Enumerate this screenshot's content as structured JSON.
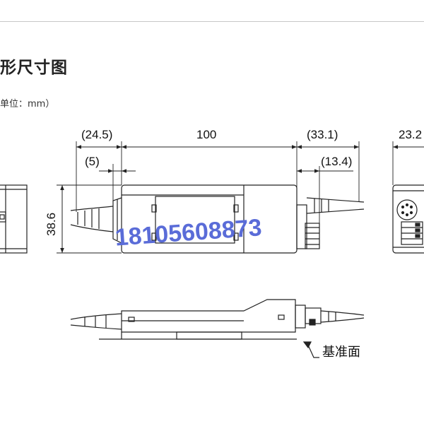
{
  "page": {
    "heading": "形尺寸图",
    "unit_note": "单位：mm）"
  },
  "diagram": {
    "dimensions": {
      "left_overall": "(24.5)",
      "left_inner": "(5)",
      "main_length": "100",
      "right_overall": "(33.1)",
      "right_inner": "(13.4)",
      "side_width": "23.2",
      "height": "38.6"
    },
    "reference_label": "基准面",
    "watermark": "18105608873"
  },
  "colors": {
    "line": "#222222",
    "watermark": "#5a6cd8"
  }
}
